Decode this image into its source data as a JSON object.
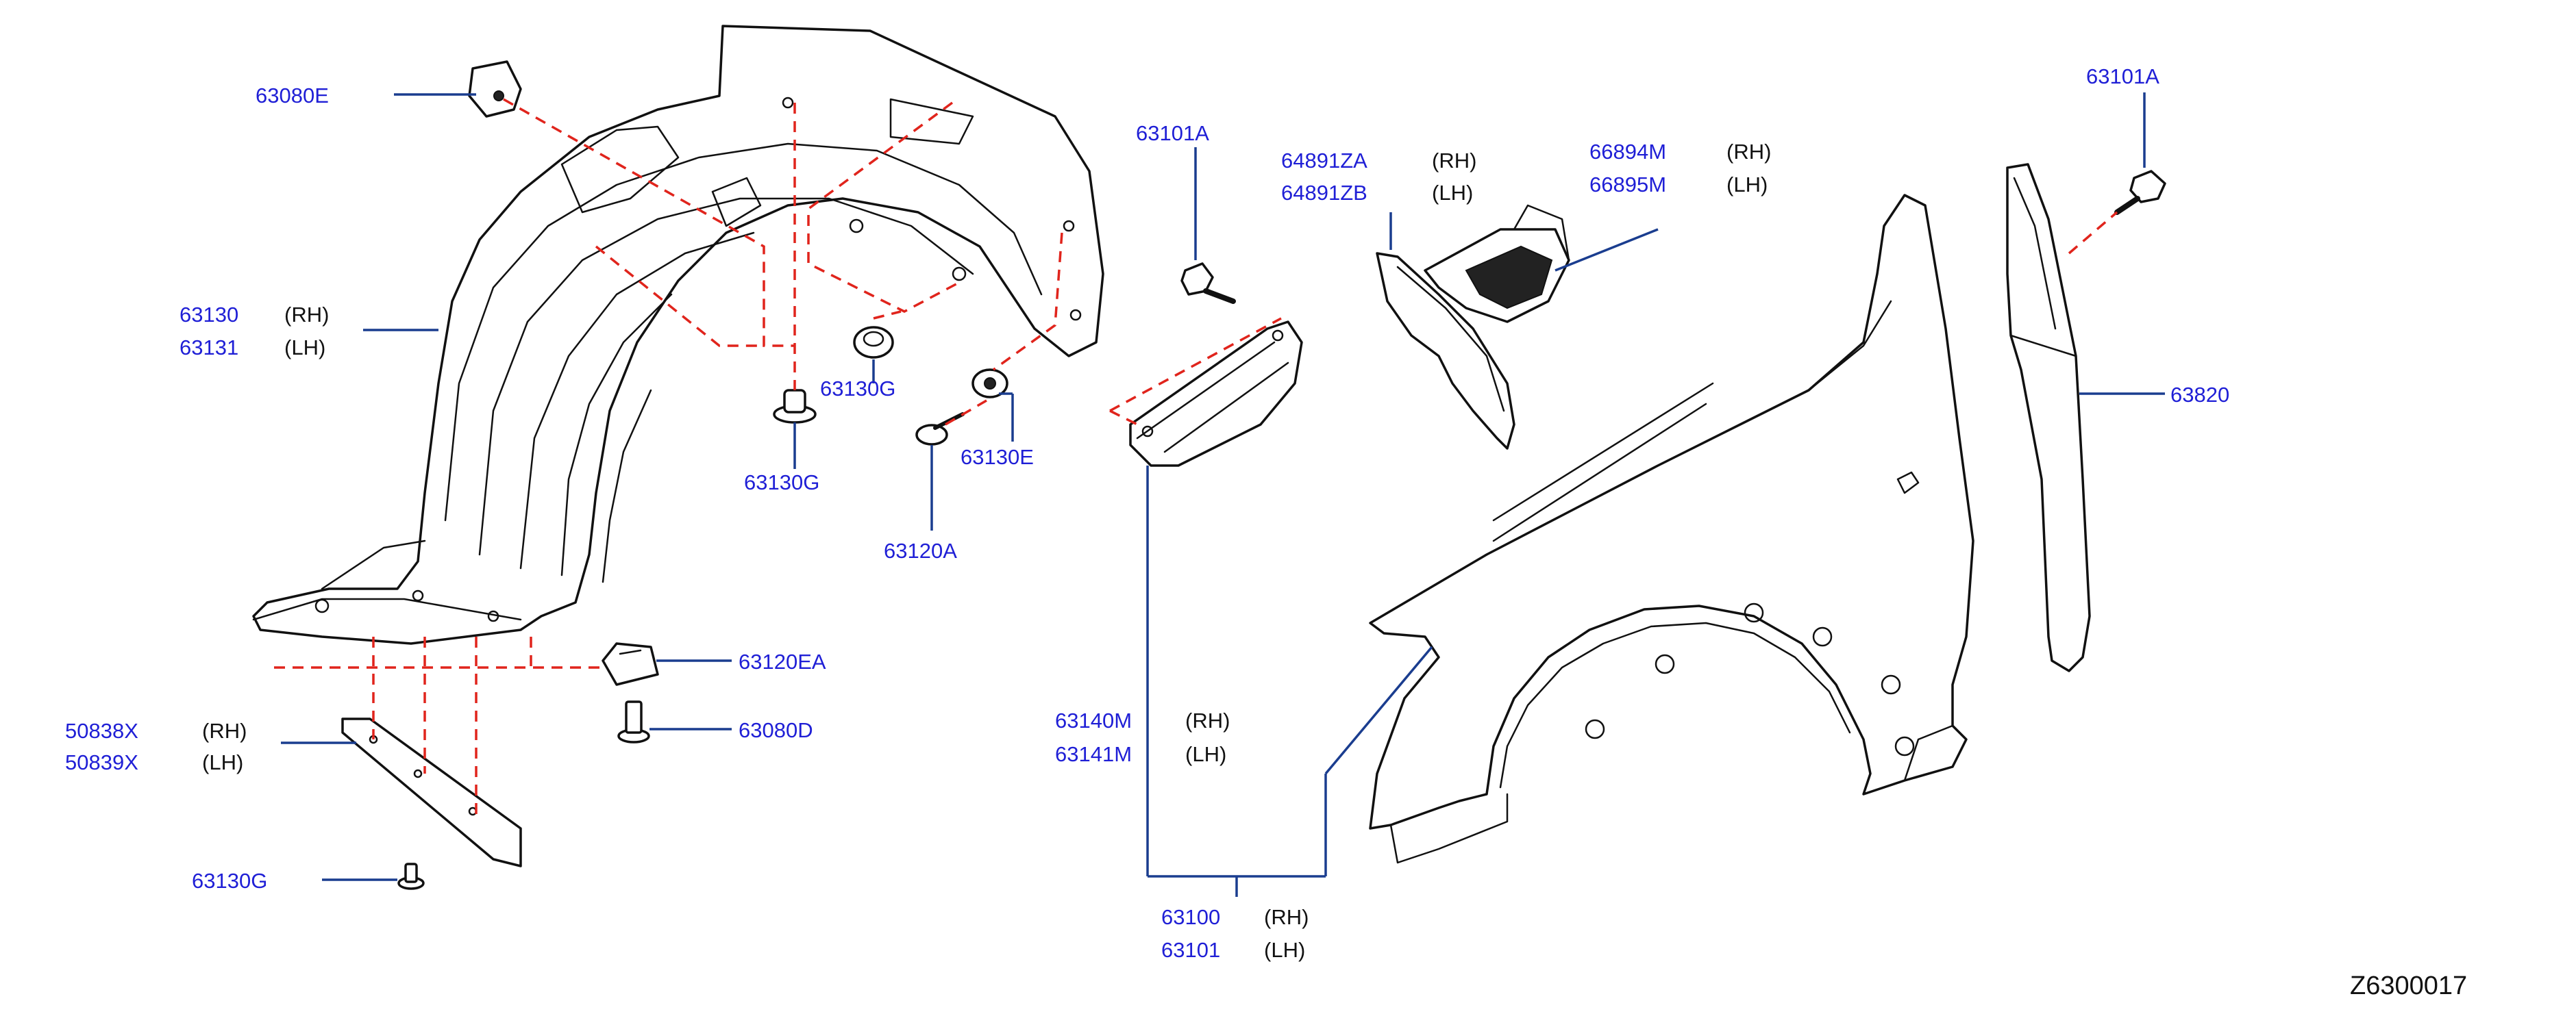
{
  "callouts": {
    "c_63080E": {
      "pn": "63080E"
    },
    "c_63130": {
      "pn": "63130",
      "side": "(RH)",
      "pn2": "63131",
      "side2": "(LH)"
    },
    "c_63130G_a": {
      "pn": "63130G"
    },
    "c_63130G_b": {
      "pn": "63130G"
    },
    "c_63130E": {
      "pn": "63130E"
    },
    "c_63120A": {
      "pn": "63120A"
    },
    "c_63120EA": {
      "pn": "63120EA"
    },
    "c_63080D": {
      "pn": "63080D"
    },
    "c_50838X": {
      "pn": "50838X",
      "side": "(RH)",
      "pn2": "50839X",
      "side2": "(LH)"
    },
    "c_63130G_c": {
      "pn": "63130G"
    },
    "c_63101A_a": {
      "pn": "63101A"
    },
    "c_64891ZA": {
      "pn": "64891ZA",
      "side": "(RH)",
      "pn2": "64891ZB",
      "side2": "(LH)"
    },
    "c_66894M": {
      "pn": "66894M",
      "side": "(RH)",
      "pn2": "66895M",
      "side2": "(LH)"
    },
    "c_63140M": {
      "pn": "63140M",
      "side": "(RH)",
      "pn2": "63141M",
      "side2": "(LH)"
    },
    "c_63100": {
      "pn": "63100",
      "side": "(RH)",
      "pn2": "63101",
      "side2": "(LH)"
    },
    "c_63101A_b": {
      "pn": "63101A"
    },
    "c_63820": {
      "pn": "63820"
    }
  },
  "diagram_ref": "Z6300017",
  "colors": {
    "part_number": "#1f1fd6",
    "leader": "#1a3d8f",
    "fastener_path": "#e0241c",
    "outline": "#111111"
  }
}
